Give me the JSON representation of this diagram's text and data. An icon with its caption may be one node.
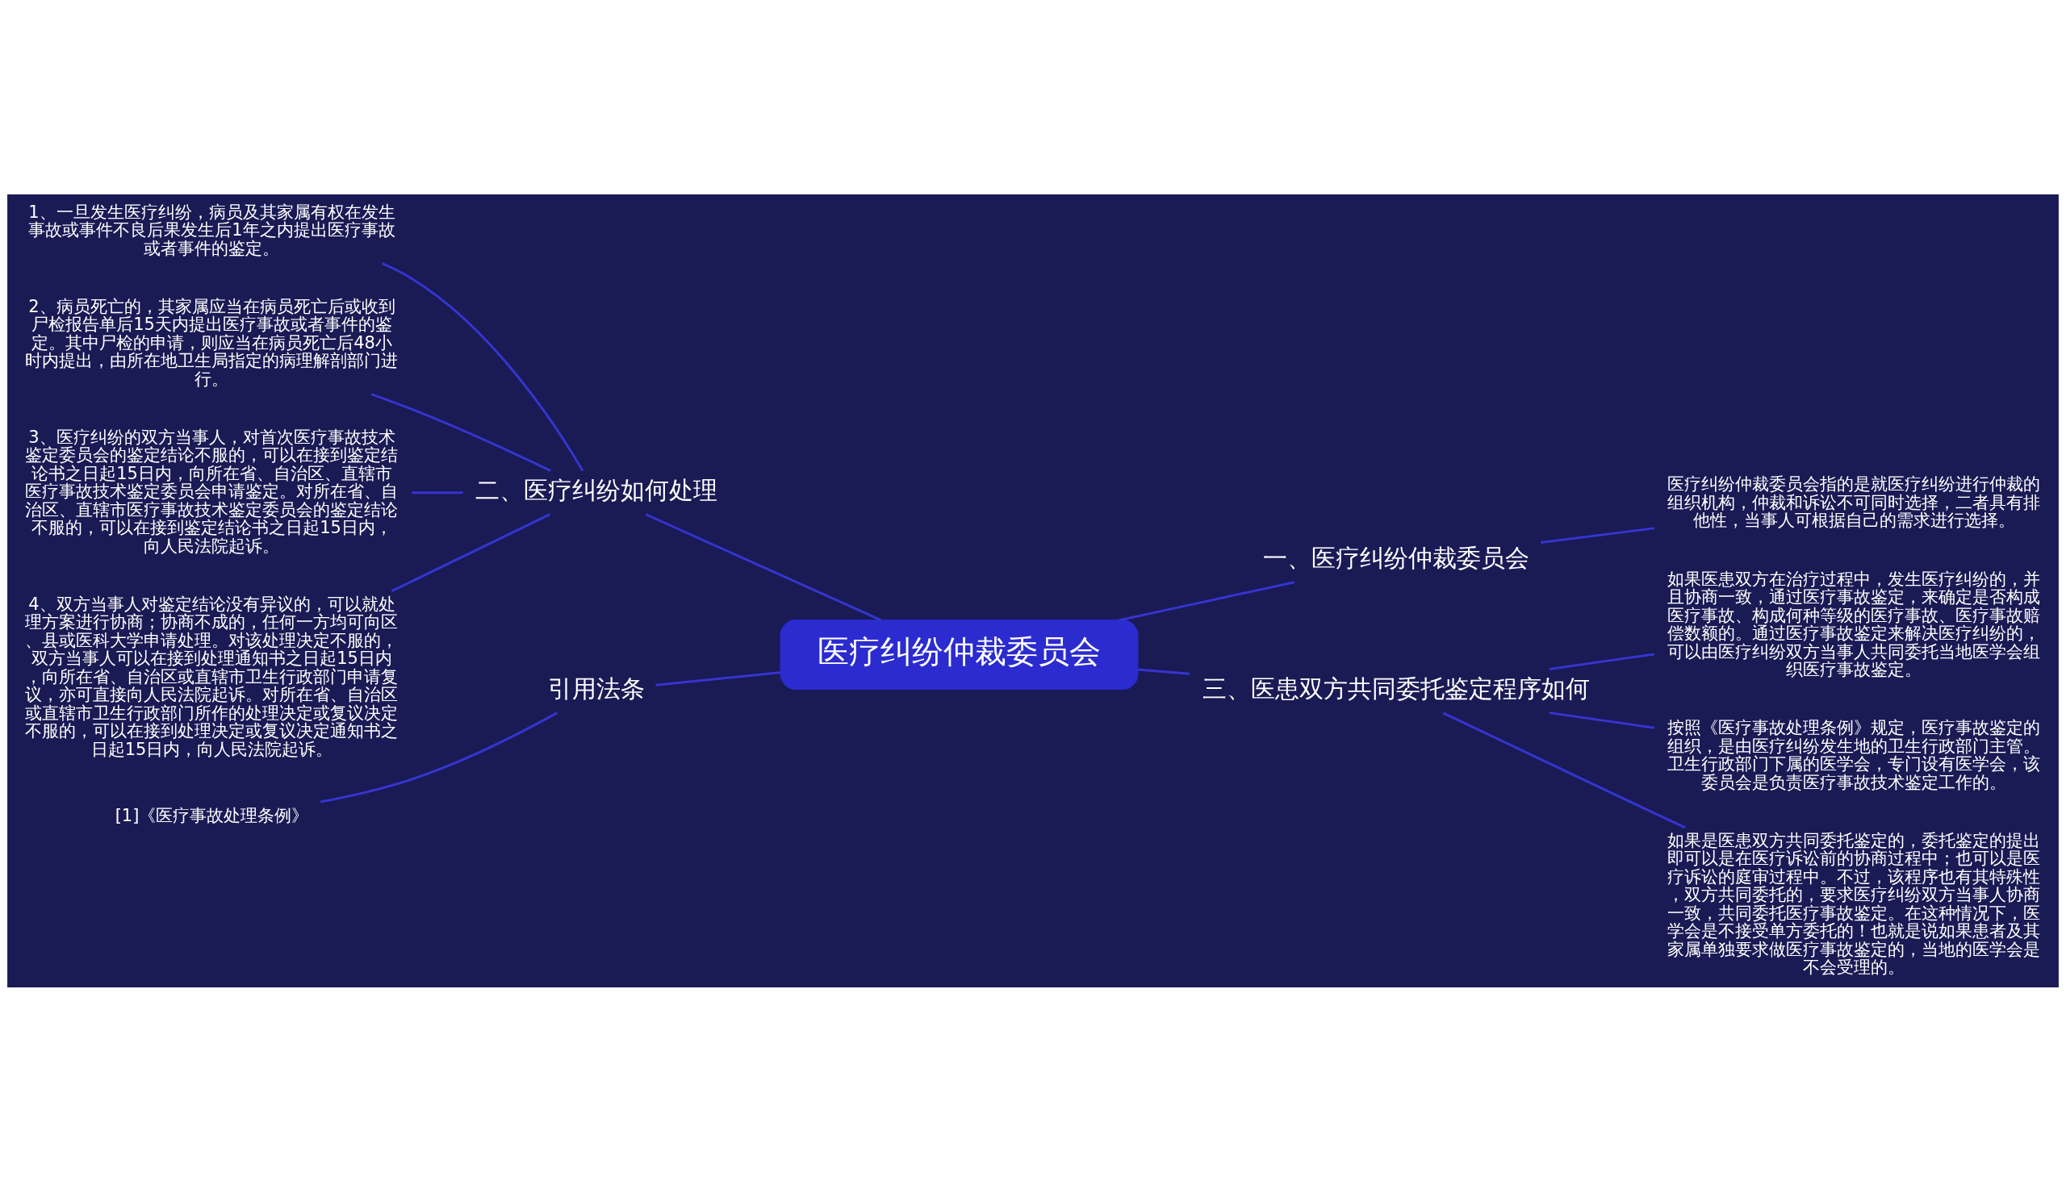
{
  "diagram": {
    "nodes": [
      {
        "text": [
          "医疗纠纷仲裁委员会"
        ]
      },
      {
        "text": [
          "一、医疗纠纷仲裁委员会"
        ]
      },
      {
        "text": [
          "医疗纠纷仲裁委员会指的是就医疗纠纷进行仲裁的组织机构，仲裁和诉讼不可同时选择，二者具有排他性，当事人可根据自己的需求进行选择。"
        ]
      },
      {
        "text": [
          "二、医疗纠纷如何处理"
        ]
      },
      {
        "text": [
          "1、一旦发生医疗纠纷，病员及其家属有权在发生事故或事件不良后果发生后1年之内提出医疗事故或者事件的鉴定。"
        ]
      },
      {
        "text": [
          "2、病员死亡的，其家属应当在病员死亡后或收到尸检报告单后15天内提出医疗事故或者事件的鉴定。其中尸检的申请，则应当在病员死亡后48小时内提出，由所在地卫生局指定的病理解剖部门进行。"
        ]
      },
      {
        "text": [
          "3、医疗纠纷的双方当事人，对首次医疗事故技术鉴定委员会的鉴定结论不服的，可以在接到鉴定结论书之日起15日内，向所在省、自治区、直辖市医疗事故技术鉴定委员会申请鉴定。对所在省、自治区、直辖市医疗事故技术鉴定委员会的鉴定结论不服的，可以在接到鉴定结论书之日起15日内，向人民法院起诉。"
        ]
      },
      {
        "text": [
          "4、双方当事人对鉴定结论没有异议的，可以就处理方案进行协商；协商不成的，任何一方均可向区、县或医科大学申请处理。对该处理决定不服的，双方当事人可以在接到处理通知书之日起15日内，向所在省、自治区或直辖市卫生行政部门申请复议，亦可直接向人民法院起诉。对所在省、自治区或直辖市卫生行政部门所作的处理决定或复议决定不服的，可以在接到处理决定或复议决定通知书之日起15日内，向人民法院起诉。"
        ]
      },
      {
        "text": [
          "三、医患双方共同委托鉴定程序如何"
        ]
      },
      {
        "text": [
          "如果医患双方在治疗过程中，发生医疗纠纷的，并且协商一致，通过医疗事故鉴定，来确定是否构成医疗事故、构成何种等级的医疗事故、医疗事故赔偿数额的。通过医疗事故鉴定来解决医疗纠纷的，可以由医疗纠纷双方当事人共同委托当地医学会组织医疗事故鉴定。"
        ]
      },
      {
        "text": [
          "按照《医疗事故处理条例》规定，医疗事故鉴定的组织，是由医疗纠纷发生地的卫生行政部门主管。卫生行政部门下属的医学会，专门设有医学会，该委员会是负责医疗事故技术鉴定工作的。"
        ]
      },
      {
        "text": [
          "如果是医患双方共同委托鉴定的，委托鉴定的提出即可以是在医疗诉讼前的协商过程中；也可以是医疗诉讼的庭审过程中。不过，该程序也有其特殊性，双方共同委托的，要求医疗纠纷双方当事人协商一致，共同委托医疗事故鉴定。在这种情况下，医学会是不接受单方委托的！也就是说如果患者及其家属单独要求做医疗事故鉴定的，当地的医学会是不会受理的。"
        ]
      },
      {
        "text": [
          "引用法条"
        ]
      },
      {
        "text": [
          "[1]《医疗事故处理条例》"
        ]
      }
    ],
    "edges": [
      {
        "from": 0,
        "to": 1,
        "arrow": "none"
      },
      {
        "from": 1,
        "to": 2,
        "arrow": "none"
      },
      {
        "from": 0,
        "to": 3,
        "arrow": "none"
      },
      {
        "from": 3,
        "to": 4,
        "arrow": "none"
      },
      {
        "from": 3,
        "to": 5,
        "arrow": "none"
      },
      {
        "from": 3,
        "to": 6,
        "arrow": "none"
      },
      {
        "from": 3,
        "to": 7,
        "arrow": "none"
      },
      {
        "from": 0,
        "to": 8,
        "arrow": "none"
      },
      {
        "from": 8,
        "to": 9,
        "arrow": "none"
      },
      {
        "from": 8,
        "to": 10,
        "arrow": "none"
      },
      {
        "from": 8,
        "to": 11,
        "arrow": "none"
      },
      {
        "from": 0,
        "to": 12,
        "arrow": "none"
      },
      {
        "from": 12,
        "to": 13,
        "arrow": "none"
      }
    ]
  }
}
